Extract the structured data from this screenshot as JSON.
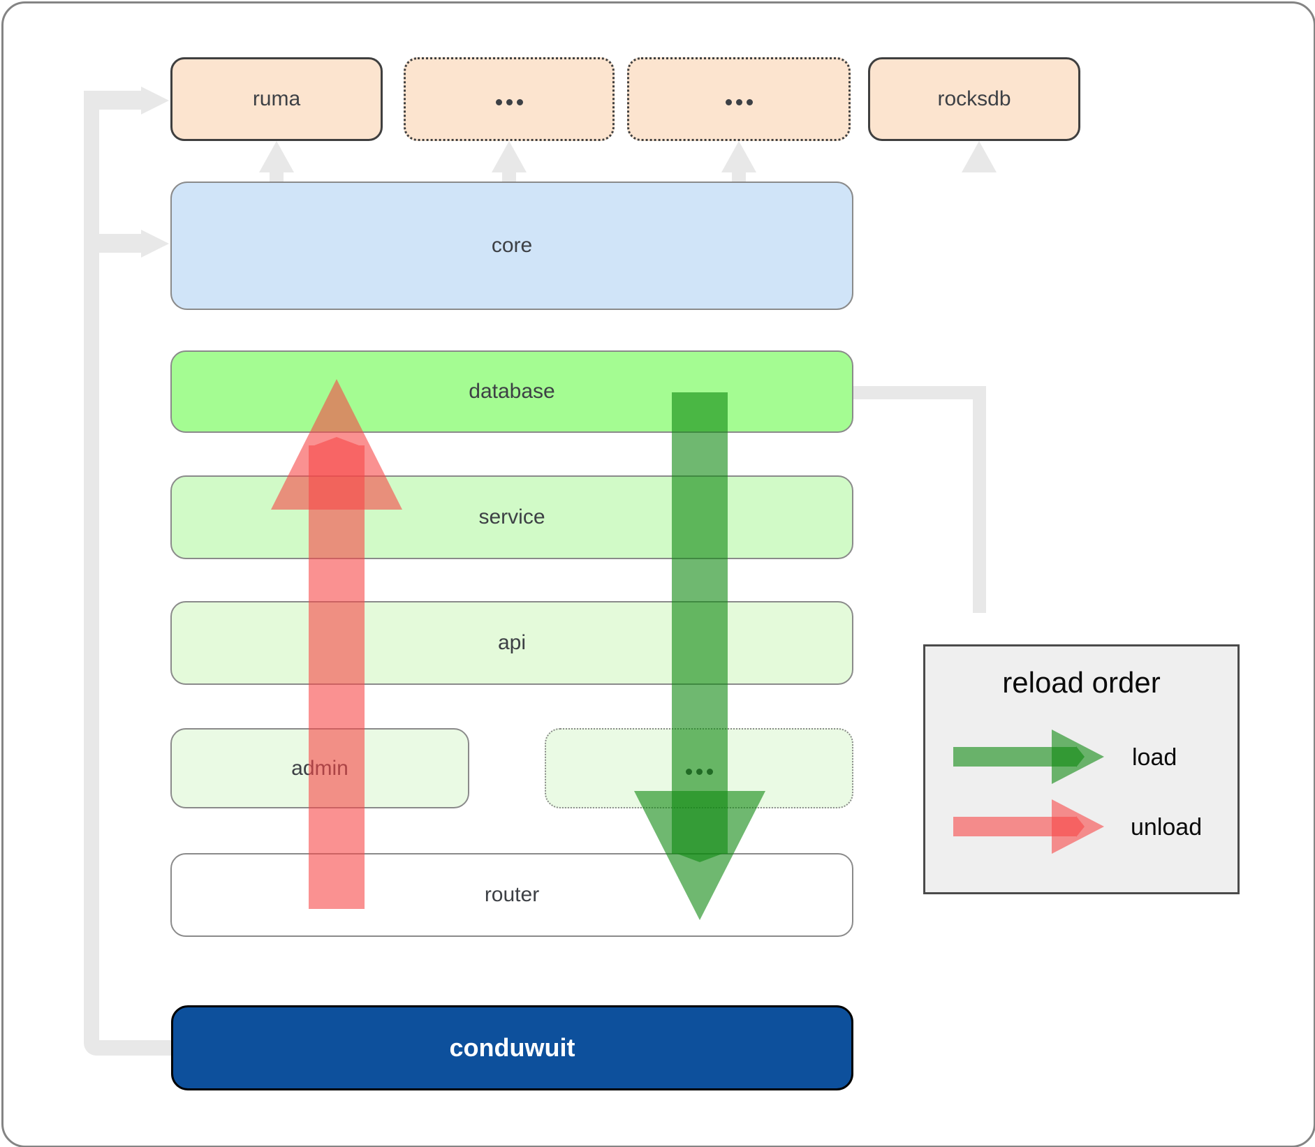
{
  "diagram": {
    "top_row": [
      {
        "label": "ruma",
        "border": "solid"
      },
      {
        "label": "...",
        "border": "dotted"
      },
      {
        "label": "...",
        "border": "dotted"
      },
      {
        "label": "rocksdb",
        "border": "solid"
      }
    ],
    "layers": {
      "core": {
        "label": "core"
      },
      "database": {
        "label": "database"
      },
      "service": {
        "label": "service"
      },
      "api": {
        "label": "api"
      },
      "admin": {
        "label": "admin"
      },
      "module_etc": {
        "label": "..."
      },
      "router": {
        "label": "router"
      },
      "conduwuit": {
        "label": "conduwuit"
      }
    },
    "legend": {
      "title": "reload order",
      "items": [
        {
          "label": "load",
          "color": "#0f8910"
        },
        {
          "label": "unload",
          "color": "#f74848"
        }
      ]
    },
    "colors": {
      "top_box_fill": "#fce4cf",
      "core_fill": "#d0e4f8",
      "database_fill": "#a4fc92",
      "service_fill": "#d1fac7",
      "api_fill": "#e4fada",
      "admin_fill": "#eafae4",
      "router_fill": "#ffffff",
      "conduwuit_fill": "#0d509c",
      "connector_gray": "#e8e8e8",
      "load_arrow": "rgba(15,137,16,0.6)",
      "unload_arrow": "rgba(247,72,72,0.6)",
      "label_text": "#3d4045",
      "legend_bg": "#efefef"
    }
  }
}
